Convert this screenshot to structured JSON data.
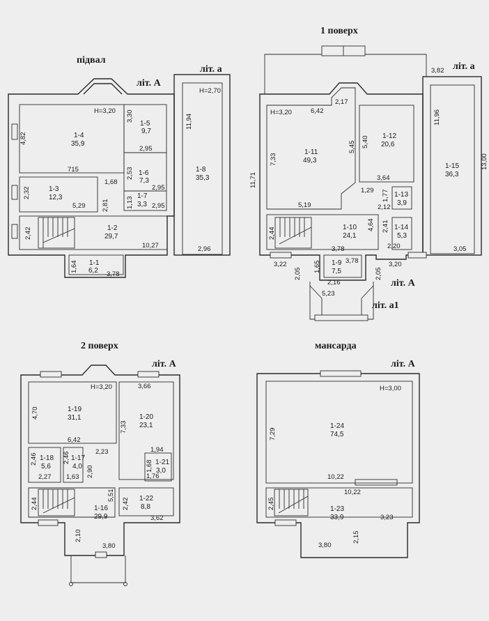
{
  "floors": {
    "basement": {
      "title": "підвал",
      "lit_main": "літ. А",
      "lit_side": "літ. а",
      "height_main": "H=3,20",
      "height_side": "H=2,70",
      "rooms": [
        {
          "no": "1-1",
          "area": "6,2"
        },
        {
          "no": "1-2",
          "area": "29,7"
        },
        {
          "no": "1-3",
          "area": "12,3"
        },
        {
          "no": "1-4",
          "area": "35,9"
        },
        {
          "no": "1-5",
          "area": "9,7"
        },
        {
          "no": "1-6",
          "area": "7,3"
        },
        {
          "no": "1-7",
          "area": "3,3"
        },
        {
          "no": "1-8",
          "area": "35,3"
        }
      ],
      "dims": [
        "4,82",
        "715",
        "3,30",
        "2,95",
        "2,53",
        "2,95",
        "1,13",
        "2,95",
        "1,68",
        "2,32",
        "5,29",
        "2,81",
        "2,42",
        "10,27",
        "1,64",
        "3,78",
        "11,94",
        "2,96"
      ]
    },
    "first": {
      "title": "1 поверх",
      "lit_main": "літ. А",
      "lit_side": "літ. а",
      "lit_porch": "літ. а1",
      "height_main": "H=3,20",
      "rooms": [
        {
          "no": "1-9",
          "area": "7,5"
        },
        {
          "no": "1-10",
          "area": "24,1"
        },
        {
          "no": "1-11",
          "area": "49,3"
        },
        {
          "no": "1-12",
          "area": "20,6"
        },
        {
          "no": "1-13",
          "area": "3,9"
        },
        {
          "no": "1-14",
          "area": "5,3"
        },
        {
          "no": "1-15",
          "area": "36,3"
        }
      ],
      "dims": [
        "3,82",
        "6,42",
        "2,17",
        "11,71",
        "7,33",
        "5,45",
        "5,40",
        "11,96",
        "13,00",
        "3,64",
        "1,29",
        "1,77",
        "2,12",
        "5,19",
        "4,64",
        "2,41",
        "2,44",
        "3,78",
        "2,20",
        "3,05",
        "3,22",
        "2,05",
        "1,65",
        "3,78",
        "3,20",
        "2,05",
        "2,16",
        "5,23"
      ]
    },
    "second": {
      "title": "2 поверх",
      "lit_main": "літ. А",
      "height_main": "H=3,20",
      "rooms": [
        {
          "no": "1-16",
          "area": "29,9"
        },
        {
          "no": "1-17",
          "area": "4,0"
        },
        {
          "no": "1-18",
          "area": "5,6"
        },
        {
          "no": "1-19",
          "area": "31,1"
        },
        {
          "no": "1-20",
          "area": "23,1"
        },
        {
          "no": "1-21",
          "area": "3,0"
        },
        {
          "no": "1-22",
          "area": "8,8"
        }
      ],
      "dims": [
        "3,66",
        "4,70",
        "7,33",
        "6,42",
        "2,23",
        "1,94",
        "2,46",
        "2,46",
        "1,68",
        "1,76",
        "2,27",
        "1,63",
        "2,90",
        "5,51",
        "2,44",
        "2,42",
        "3,62",
        "2,10",
        "3,80"
      ]
    },
    "attic": {
      "title": "мансарда",
      "lit_main": "літ. А",
      "height_main": "H=3,00",
      "rooms": [
        {
          "no": "1-23",
          "area": "33,9"
        },
        {
          "no": "1-24",
          "area": "74,5"
        }
      ],
      "dims": [
        "7,29",
        "10,22",
        "10,22",
        "2,45",
        "3,23",
        "2,15",
        "3,80"
      ]
    }
  }
}
